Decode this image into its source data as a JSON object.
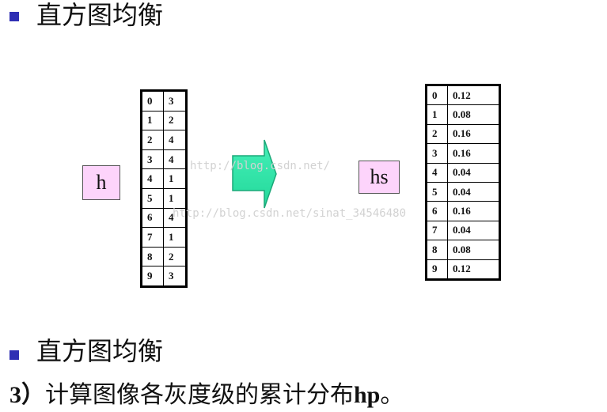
{
  "slide1": {
    "heading": "直方图均衡"
  },
  "h_label": "h",
  "hs_label": "hs",
  "h_table": [
    [
      "0",
      "3"
    ],
    [
      "1",
      "2"
    ],
    [
      "2",
      "4"
    ],
    [
      "3",
      "4"
    ],
    [
      "4",
      "1"
    ],
    [
      "5",
      "1"
    ],
    [
      "6",
      "4"
    ],
    [
      "7",
      "1"
    ],
    [
      "8",
      "2"
    ],
    [
      "9",
      "3"
    ]
  ],
  "hs_table": [
    [
      "0",
      "0.12"
    ],
    [
      "1",
      "0.08"
    ],
    [
      "2",
      "0.16"
    ],
    [
      "3",
      "0.16"
    ],
    [
      "4",
      "0.04"
    ],
    [
      "5",
      "0.04"
    ],
    [
      "6",
      "0.16"
    ],
    [
      "7",
      "0.04"
    ],
    [
      "8",
      "0.08"
    ],
    [
      "9",
      "0.12"
    ]
  ],
  "watermarks": {
    "first": "http://blog.csdn.net/",
    "second": "http://blog.csdn.net/sinat_34546480"
  },
  "slide2": {
    "heading": "直方图均衡",
    "step_number": "3）",
    "step_text": "计算图像各灰度级的累计分布",
    "step_var": "hp",
    "step_end": "。"
  },
  "colors": {
    "bullet": "#2f2fb4",
    "label_fill": "#fdd4fb",
    "arrow_fill": "#2ee8a8"
  }
}
